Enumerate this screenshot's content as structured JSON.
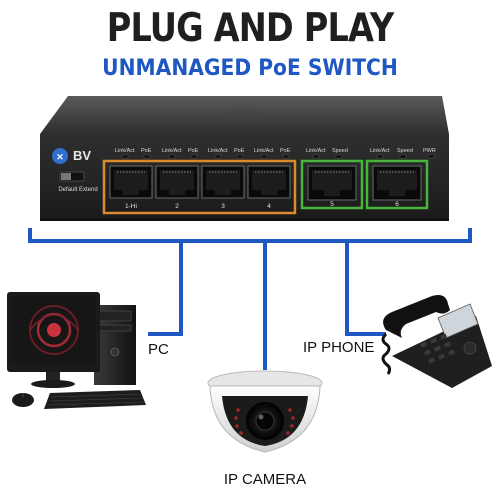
{
  "header": {
    "title": "PLUG AND PLAY",
    "subtitle": "UNMANAGED PoE SWITCH"
  },
  "colors": {
    "title": "#1f1f1f",
    "subtitle": "#1f57c3",
    "connector": "#1f57c3",
    "poe_group": "#d98b2e",
    "uplink_group": "#49b43b",
    "switch_body": "#2a2a2a"
  },
  "switch": {
    "logo": "BV",
    "switch_label": "Default  Extend",
    "port_labels": [
      "1-Hi",
      "2",
      "3",
      "4",
      "5",
      "6"
    ],
    "led_labels": [
      "Link/Act",
      "PoE",
      "Link/Act",
      "PoE",
      "Link/Act",
      "PoE",
      "Link/Act",
      "PoE",
      "Link/Act",
      "Speed",
      "Link/Act",
      "Speed",
      "PWR"
    ]
  },
  "devices": [
    {
      "label": "PC",
      "icon": "desktop-computer-icon"
    },
    {
      "label": "IP PHONE",
      "icon": "ip-phone-icon"
    },
    {
      "label": "IP CAMERA",
      "icon": "dome-camera-icon"
    }
  ]
}
